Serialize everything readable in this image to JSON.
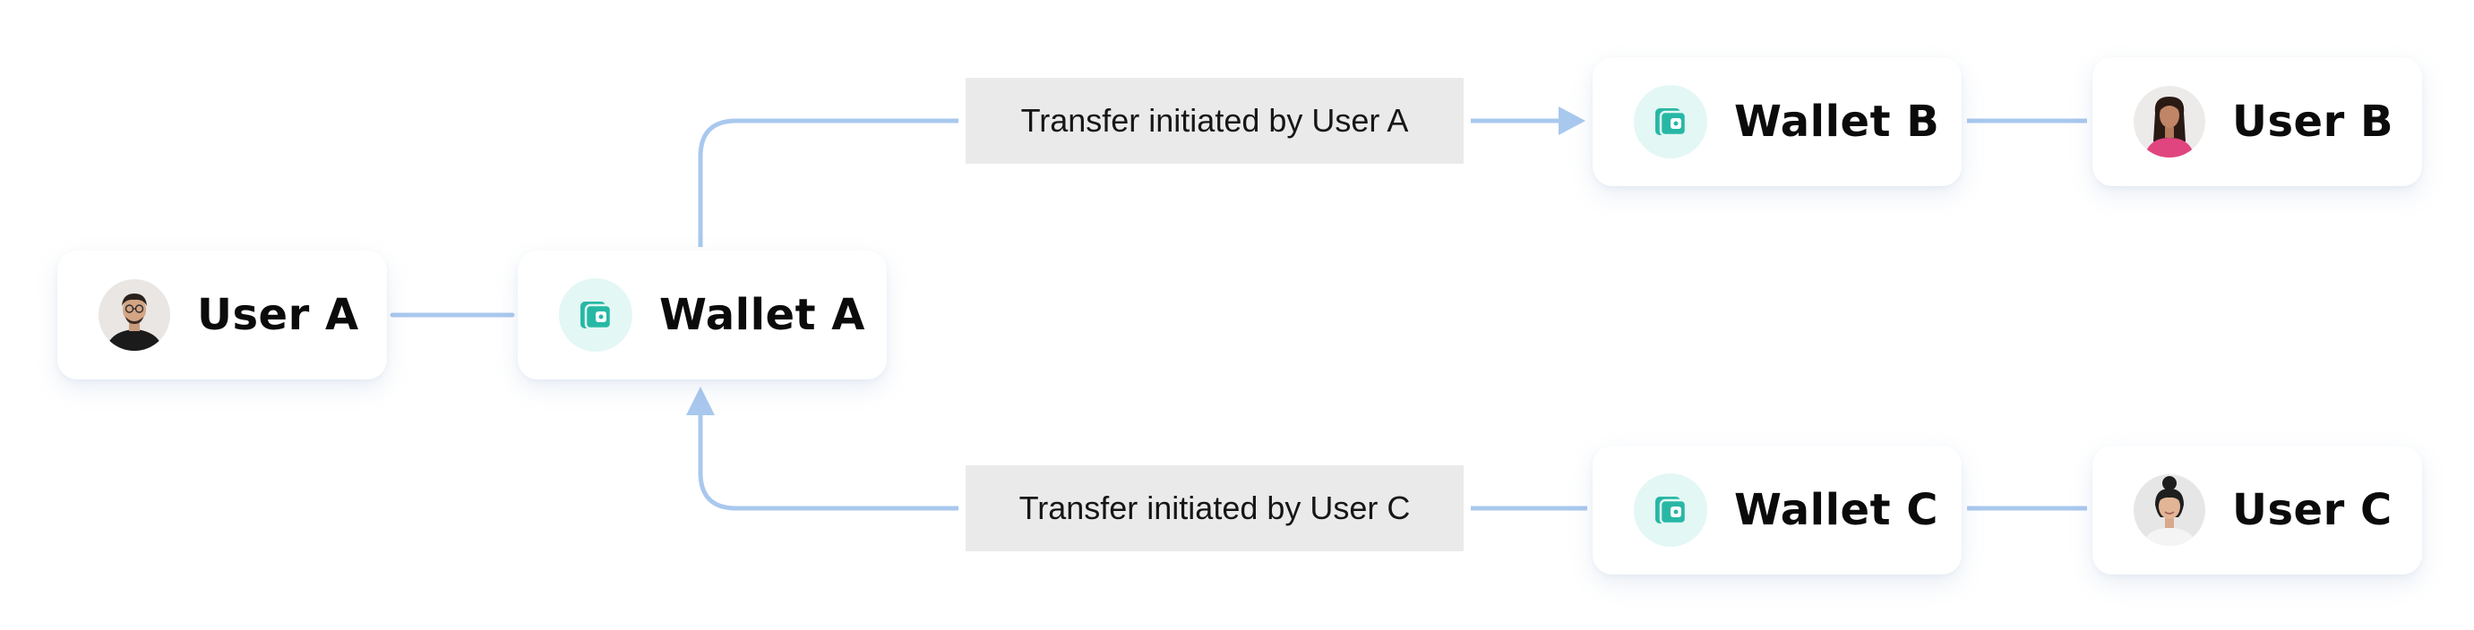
{
  "nodes": {
    "user_a": {
      "label": "User A",
      "icon": "user-avatar-icon"
    },
    "wallet_a": {
      "label": "Wallet A",
      "icon": "wallet-icon"
    },
    "wallet_b": {
      "label": "Wallet B",
      "icon": "wallet-icon"
    },
    "user_b": {
      "label": "User B",
      "icon": "user-avatar-icon"
    },
    "wallet_c": {
      "label": "Wallet C",
      "icon": "wallet-icon"
    },
    "user_c": {
      "label": "User C",
      "icon": "user-avatar-icon"
    }
  },
  "edges": {
    "transfer_a_to_b": {
      "label": "Transfer initiated by User A",
      "from": "Wallet A",
      "to": "Wallet B"
    },
    "transfer_c_to_a": {
      "label": "Transfer initiated by User C",
      "from": "Wallet C",
      "to": "Wallet A"
    }
  },
  "colors": {
    "connector": "#a9c8ee",
    "wallet_icon": "#27b8a5",
    "wallet_badge_bg": "#e3f7f4",
    "edge_label_bg": "#eaeaeb",
    "card_bg": "#ffffff",
    "text": "#0b0b0b"
  }
}
